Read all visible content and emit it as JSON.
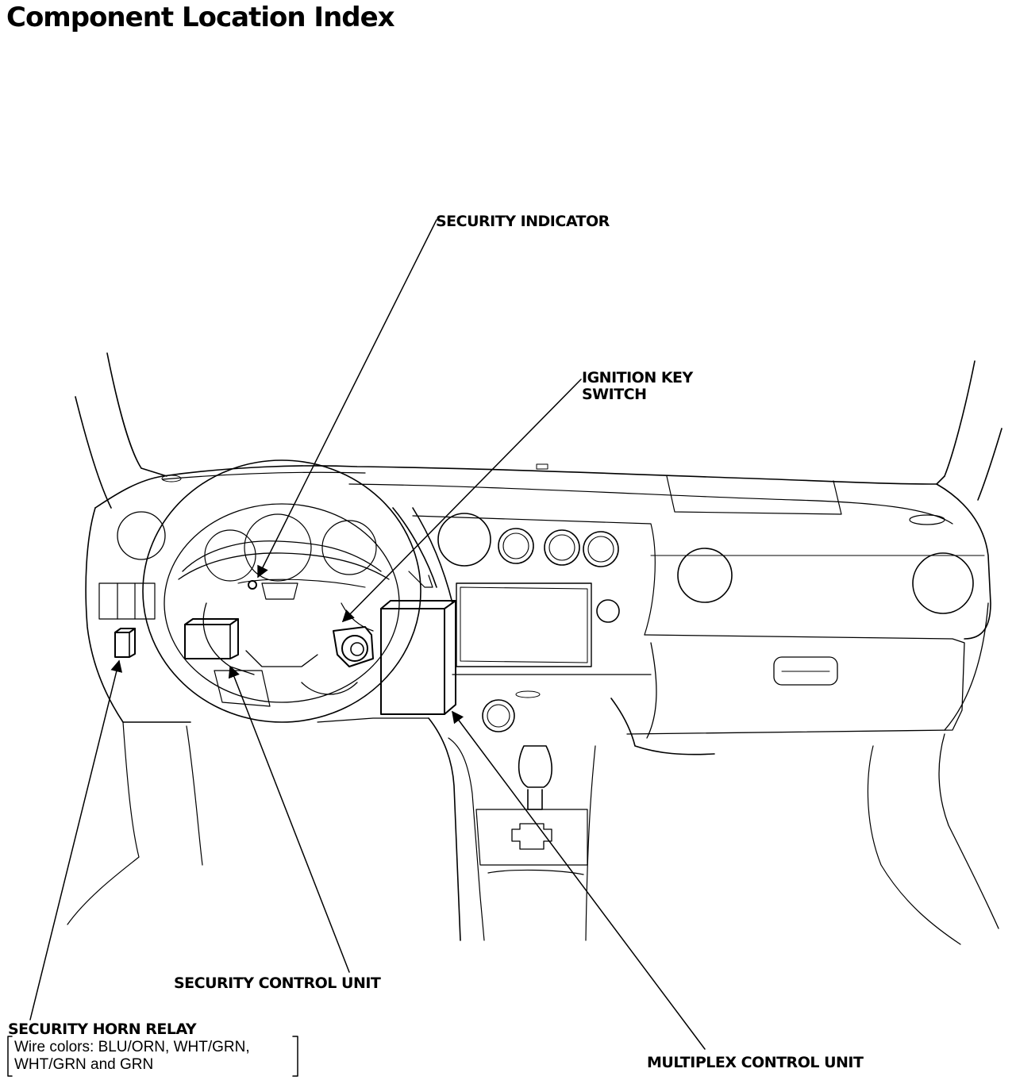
{
  "page": {
    "title": "Component Location Index"
  },
  "callouts": {
    "security_indicator": "SECURITY INDICATOR",
    "ignition_key_switch_line1": "IGNITION KEY",
    "ignition_key_switch_line2": "SWITCH",
    "security_control_unit": "SECURITY CONTROL UNIT",
    "security_horn_relay": "SECURITY HORN RELAY",
    "multiplex_control_unit": "MULTIPLEX CONTROL UNIT"
  },
  "notes": {
    "horn_relay_wire_colors_line1": "Wire colors: BLU/ORN, WHT/GRN,",
    "horn_relay_wire_colors_line2": "WHT/GRN and GRN"
  }
}
